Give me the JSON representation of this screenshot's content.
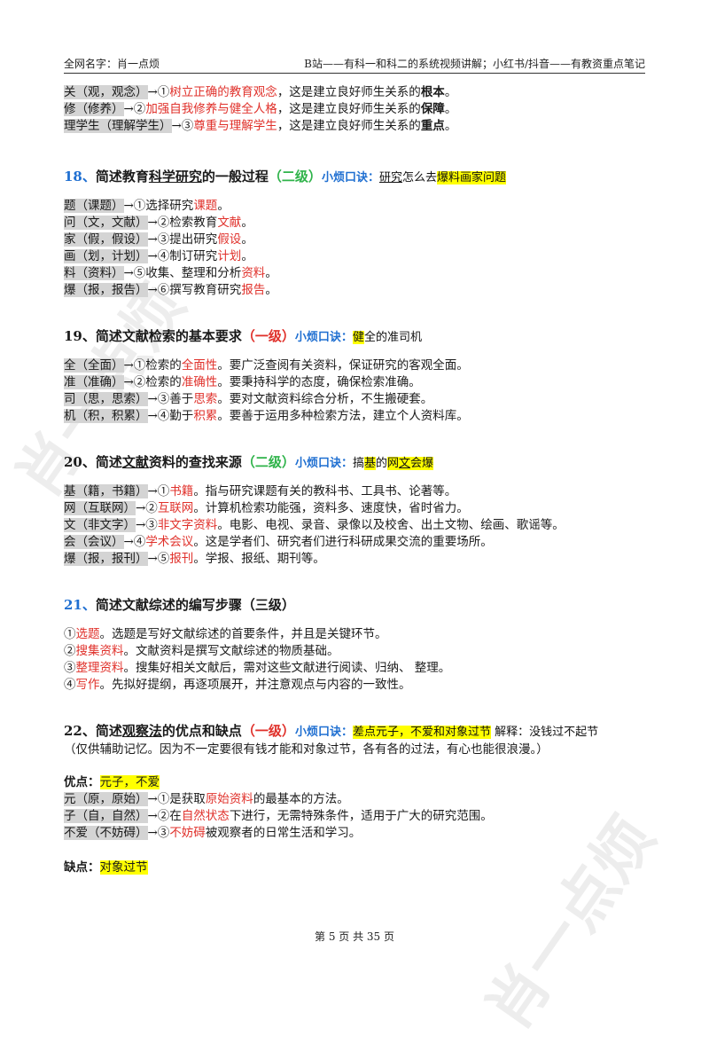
{
  "header": {
    "left": "全网名字：肖一点烦",
    "right": "B站——有科一和科二的系统视频讲解；小红书/抖音——有教资重点笔记"
  },
  "intro_lines": [
    {
      "key": "关（观，观念）",
      "arrow": "→①",
      "red": "树立正确的教育观念",
      "rest": "，这是建立良好师生关系的",
      "bold": "根本",
      "end": "。"
    },
    {
      "key": "修（修养）",
      "arrow": "→②",
      "red": "加强自我修养与健全人格",
      "rest": "，这是建立良好师生关系的",
      "bold": "保障",
      "end": "。"
    },
    {
      "key": "理学生（理解学生）",
      "arrow": "→③",
      "red": "尊重与理解学生",
      "rest": "，这是建立良好师生关系的",
      "bold": "重点",
      "end": "。"
    }
  ],
  "s18": {
    "num": "18、",
    "title_a": "简述教育",
    "title_ul": "科学研究",
    "title_b": "的一般过程",
    "level": "（二级）",
    "tip": "小烦口诀：",
    "mnem_ul": "研究",
    "mnem_a": "怎么去",
    "mnem_hl": "爆料画家问题",
    "lines": [
      {
        "key": "题（课题）",
        "arrow": "→①选择研究",
        "red": "课题",
        "end": "。"
      },
      {
        "key": "问（文，文献）",
        "arrow": "→②检索教育",
        "red": "文献",
        "end": "。"
      },
      {
        "key": "家（假，假设）",
        "arrow": "→③提出研究",
        "red": "假设",
        "end": "。"
      },
      {
        "key": "画（划，计划）",
        "arrow": "→④制订研究",
        "red": "计划",
        "end": "。"
      },
      {
        "key": "料（资料）",
        "arrow": "→⑤收集、整理和分析",
        "red": "资料",
        "end": "。"
      },
      {
        "key": "爆（报，报告）",
        "arrow": "→⑥撰写教育研究",
        "red": "报告",
        "end": "。"
      }
    ]
  },
  "s19": {
    "num": "19、",
    "title": "简述文献检索的基本要求",
    "level": "（一级）",
    "tip": "小烦口诀：",
    "mnem_hl": "健",
    "mnem_small": "全的",
    "mnem_b": "准司机",
    "lines": [
      {
        "key": "全（全面）",
        "arrow": "→①检索的",
        "red": "全面性",
        "end": "。要广泛查阅有关资料，保证研究的客观全面。"
      },
      {
        "key": "准（准确）",
        "arrow": "→②检索的",
        "red": "准确性",
        "end": "。要秉持科学的态度，确保检索准确。"
      },
      {
        "key": "司（思，思索）",
        "arrow": "→③善于",
        "red": "思索",
        "end": "。要对文献资料综合分析，不生搬硬套。"
      },
      {
        "key": "机（积，积累）",
        "arrow": "→④勤于",
        "red": "积累",
        "end": "。要善于运用多种检索方法，建立个人资料库。"
      }
    ]
  },
  "s20": {
    "num": "20、",
    "title_a": "简述",
    "title_ul": "文献",
    "title_b": "资料的查找来源",
    "level": "（二级）",
    "tip": "小烦口诀：",
    "mnem_small1": "搞",
    "mnem_hl1": "基",
    "mnem_small2": "的",
    "mnem_hl2": "网",
    "mnem_ul": "文",
    "mnem_hl3": "会爆",
    "lines": [
      {
        "key": "基（籍，书籍）",
        "arrow": "→①",
        "red": "书籍",
        "end": "。指与研究课题有关的教科书、工具书、论著等。"
      },
      {
        "key": "网（互联网）",
        "arrow": "→②",
        "red": "互联网",
        "end": "。计算机检索功能强，资料多、速度快，省时省力。"
      },
      {
        "key": "文（非文字）",
        "arrow": "→③",
        "red": "非文字资料",
        "end": "。电影、电视、录音、录像以及校舍、出土文物、绘画、歌谣等。"
      },
      {
        "key": "会（会议）",
        "arrow": "→④",
        "red": "学术会议",
        "end": "。这是学者们、研究者们进行科研成果交流的重要场所。"
      },
      {
        "key": "爆（报，报刊）",
        "arrow": "→⑤",
        "red": "报刊",
        "end": "。学报、报纸、期刊等。"
      }
    ]
  },
  "s21": {
    "num": "21、",
    "title": "简述文献综述的编写步骤（三级）",
    "lines": [
      {
        "num": "①",
        "red": "选题",
        "end": "。选题是写好文献综述的首要条件，并且是关键环节。"
      },
      {
        "num": "②",
        "red": "搜集资料",
        "end": "。文献资料是撰写文献综述的物质基础。"
      },
      {
        "num": "③",
        "red": "整理资料",
        "end": "。搜集好相关文献后，需对这些文献进行阅读、归纳、  整理。"
      },
      {
        "num": "④",
        "red": "写作",
        "end": "。先拟好提纲，再逐项展开，并注意观点与内容的一致性。"
      }
    ]
  },
  "s22": {
    "num": "22、",
    "title_a": "简述",
    "title_ul": "观察法",
    "title_b": "的优点和缺点",
    "level": "（一级）",
    "tip": "小烦口诀：",
    "mnem_hl1": "差",
    "mnem_small1": "点",
    "mnem_hl2": "元子，不爱",
    "mnem_small2": "和",
    "mnem_hl3": "对象过节",
    "explain": "  解释：没钱过不起节",
    "note": "（仅供辅助记忆。因为不一定要很有钱才能和对象过节，各有各的过法，有心也能很浪漫。）",
    "adv_label": "优点：",
    "adv_hl": "元子，不爱",
    "adv_lines": [
      {
        "key": "元（原，原始）",
        "arrow": "→①是获取",
        "red": "原始资料",
        "end": "的最基本的方法。"
      },
      {
        "key": "子（自，自然）",
        "arrow": "→②在",
        "red": "自然状态",
        "end": "下进行，无需特殊条件，适用于广大的研究范围。"
      },
      {
        "key": "不爱（不妨碍）",
        "arrow": "→③",
        "red": "不妨碍",
        "end": "被观察者的日常生活和学习。"
      }
    ],
    "dis_label": "缺点：",
    "dis_hl": "对象过节"
  },
  "footer": "第 5 页 共 35 页",
  "watermark": "肖一点烦"
}
